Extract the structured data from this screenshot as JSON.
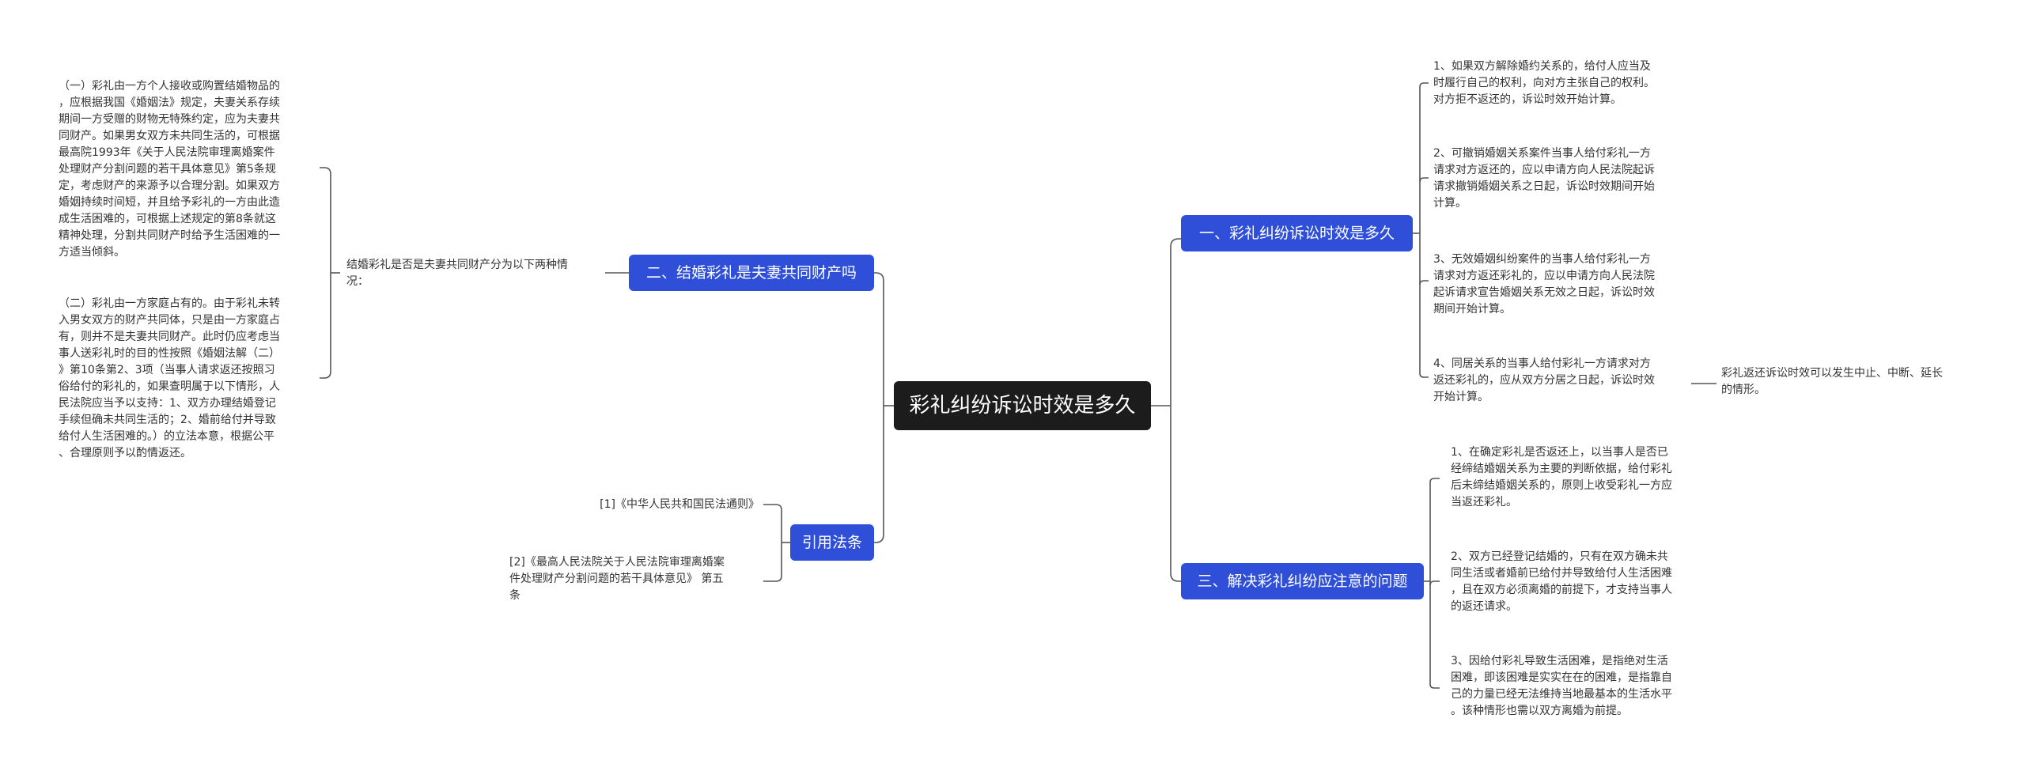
{
  "root": {
    "label": "彩礼纠纷诉讼时效是多久"
  },
  "left": {
    "branch_property": {
      "label": "二、结婚彩礼是夫妻共同财产吗",
      "intro": "结婚彩礼是否是夫妻共同财产分为以下两种情\n况：",
      "item1": "（一）彩礼由一方个人接收或购置结婚物品的\n，应根据我国《婚姻法》规定，夫妻关系存续\n期间一方受赠的财物无特殊约定，应为夫妻共\n同财产。如果男女双方未共同生活的，可根据\n最高院1993年《关于人民法院审理离婚案件\n处理财产分割问题的若干具体意见》第5条规\n定，考虑财产的来源予以合理分割。如果双方\n婚姻持续时间短，并且给予彩礼的一方由此造\n成生活困难的，可根据上述规定的第8条就这\n精神处理，分割共同财产时给予生活困难的一\n方适当倾斜。",
      "item2": "（二）彩礼由一方家庭占有的。由于彩礼未转\n入男女双方的财产共同体，只是由一方家庭占\n有，则并不是夫妻共同财产。此时仍应考虑当\n事人送彩礼时的目的性按照《婚姻法解（二）\n》第10条第2、3项（当事人请求返还按照习\n俗给付的彩礼的，如果查明属于以下情形，人\n民法院应当予以支持：1、双方办理结婚登记\n手续但确未共同生活的；2、婚前给付并导致\n给付人生活困难的。）的立法本意，根据公平\n、合理原则予以酌情返还。"
    },
    "branch_law": {
      "label": "引用法条",
      "ref1": "[1]《中华人民共和国民法通则》",
      "ref2": "[2]《最高人民法院关于人民法院审理离婚案\n件处理财产分割问题的若干具体意见》 第五\n条"
    }
  },
  "right": {
    "branch_limitation": {
      "label": "一、彩礼纠纷诉讼时效是多久",
      "items": [
        "1、如果双方解除婚约关系的，给付人应当及\n时履行自己的权利，向对方主张自己的权利。\n对方拒不返还的，诉讼时效开始计算。",
        "2、可撤销婚姻关系案件当事人给付彩礼一方\n请求对方返还的，应以申请方向人民法院起诉\n请求撤销婚姻关系之日起，诉讼时效期间开始\n计算。",
        "3、无效婚姻纠纷案件的当事人给付彩礼一方\n请求对方返还彩礼的，应以申请方向人民法院\n起诉请求宣告婚姻关系无效之日起，诉讼时效\n期间开始计算。",
        "4、同居关系的当事人给付彩礼一方请求对方\n返还彩礼的，应从双方分居之日起，诉讼时效\n开始计算。"
      ],
      "note": "彩礼返还诉讼时效可以发生中止、中断、延长\n的情形。"
    },
    "branch_issues": {
      "label": "三、解决彩礼纠纷应注意的问题",
      "items": [
        "1、在确定彩礼是否返还上，以当事人是否已\n经缔结婚姻关系为主要的判断依据，给付彩礼\n后未缔结婚姻关系的，原则上收受彩礼一方应\n当返还彩礼。",
        "2、双方已经登记结婚的，只有在双方确未共\n同生活或者婚前已给付并导致给付人生活困难\n，且在双方必须离婚的前提下，才支持当事人\n的返还请求。",
        "3、因给付彩礼导致生活困难，是指绝对生活\n困难，即该困难是实实在在的困难，是指靠自\n己的力量已经无法维持当地最基本的生活水平\n。该种情形也需以双方离婚为前提。"
      ]
    }
  },
  "colors": {
    "root_bg": "#1c1c1c",
    "branch_bg": "#2f4fd8",
    "line": "#555555"
  }
}
